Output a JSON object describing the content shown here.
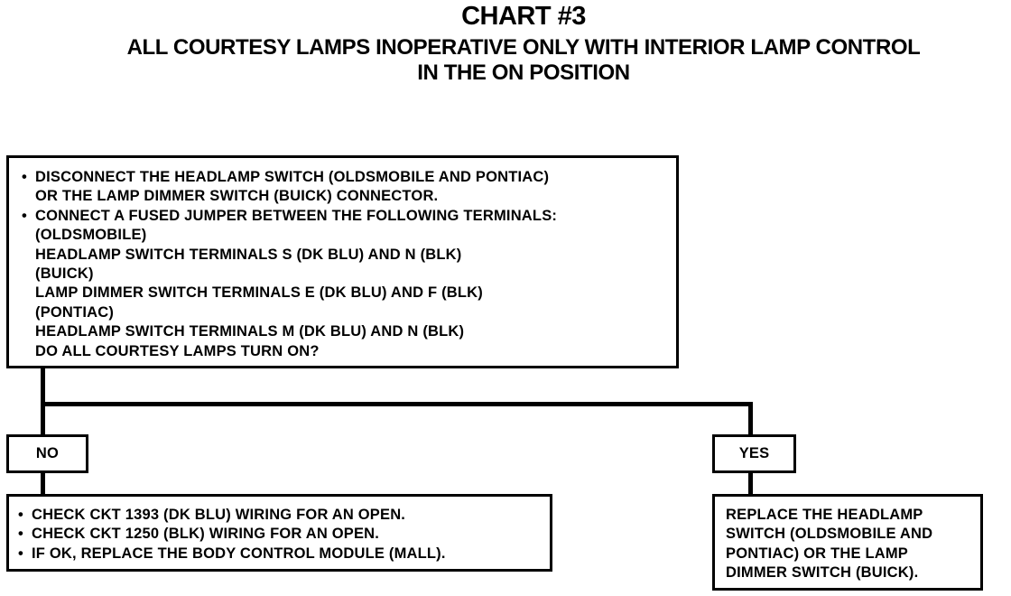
{
  "header": {
    "title": "CHART #3",
    "subtitle_line1": "ALL COURTESY LAMPS INOPERATIVE ONLY WITH INTERIOR LAMP CONTROL",
    "subtitle_line2": "IN THE ON POSITION"
  },
  "main_box": {
    "bullet": "•",
    "lines": [
      "DISCONNECT THE HEADLAMP SWITCH (OLDSMOBILE AND PONTIAC)",
      "OR THE LAMP DIMMER SWITCH (BUICK) CONNECTOR.",
      "CONNECT A FUSED JUMPER BETWEEN THE FOLLOWING TERMINALS:",
      "(OLDSMOBILE)",
      "HEADLAMP SWITCH TERMINALS S (DK BLU) AND N (BLK)",
      "(BUICK)",
      "LAMP DIMMER SWITCH TERMINALS E (DK BLU) AND F (BLK)",
      "(PONTIAC)",
      "HEADLAMP SWITCH TERMINALS M (DK BLU) AND N (BLK)",
      "DO ALL COURTESY LAMPS TURN ON?"
    ]
  },
  "no_branch": {
    "label": "NO",
    "lines": [
      "CHECK CKT 1393 (DK BLU) WIRING FOR AN OPEN.",
      "CHECK CKT 1250 (BLK) WIRING FOR AN OPEN.",
      "IF OK, REPLACE THE BODY CONTROL MODULE (MALL)."
    ]
  },
  "yes_branch": {
    "label": "YES",
    "lines": [
      "REPLACE THE HEADLAMP",
      "SWITCH (OLDSMOBILE AND",
      "PONTIAC) OR THE LAMP",
      "DIMMER SWITCH (BUICK)."
    ]
  }
}
